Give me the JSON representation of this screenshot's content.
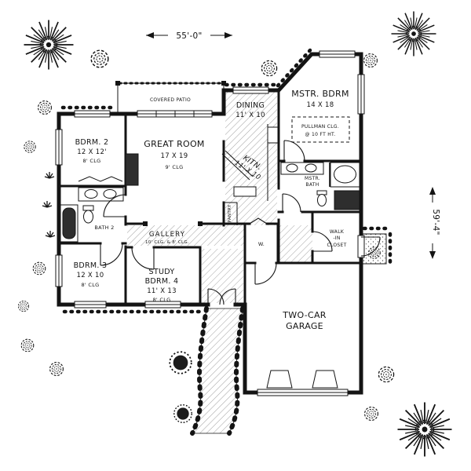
{
  "dimensions": {
    "width": "55'-0\"",
    "depth": "59'-4\""
  },
  "rooms": {
    "covered_patio": {
      "name": "COVERED PATIO"
    },
    "dining": {
      "name": "DINING",
      "size": "11' X 10"
    },
    "master_bedroom": {
      "name": "MSTR. BDRM",
      "size": "14 X 18",
      "note1": "PULLMAN CLG.",
      "note2": "@ 10 FT HT."
    },
    "bedroom2": {
      "name": "BDRM. 2",
      "size": "12 X 12'",
      "ceiling": "8' CLG"
    },
    "great_room": {
      "name": "GREAT ROOM",
      "size": "17 X 19",
      "ceiling": "9' CLG"
    },
    "kitchen": {
      "name": "KITN.",
      "size": "11' X 10"
    },
    "master_bath": {
      "line1": "MSTR.",
      "line2": "BATH"
    },
    "bath2": {
      "name": "BATH 2"
    },
    "pantry": {
      "name": "PANTRY"
    },
    "gallery": {
      "name": "GALLERY",
      "ceiling": "10' CLG. & 8' CLG."
    },
    "bedroom3": {
      "name": "BDRM. 3",
      "size": "12 X 10",
      "ceiling": "8' CLG"
    },
    "study": {
      "line1": "STUDY",
      "line2": "BDRM. 4",
      "size": "11' X 13",
      "ceiling": "8' CLG"
    },
    "utility": {
      "name": "W."
    },
    "walkin_closet": {
      "line1": "WALK",
      "line2": "-IN",
      "line3": "CLOSET"
    },
    "garage": {
      "line1": "TWO-CAR",
      "line2": "GARAGE"
    }
  }
}
